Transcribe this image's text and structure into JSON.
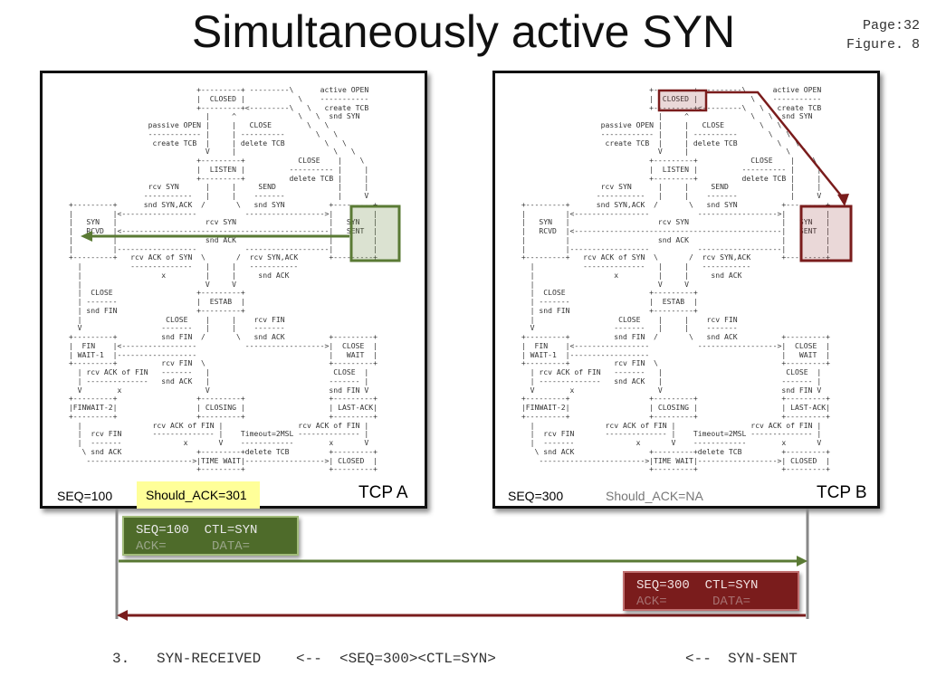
{
  "title": "Simultaneously active SYN",
  "page_info": {
    "page": "Page:32",
    "figure": "Figure. 8"
  },
  "fsm_text": "                              +---------+ ---------\\      active OPEN\n                              |  CLOSED |            \\    -----------\n                              +---------+<---------\\   \\   create TCB\n                                |     ^              \\   \\  snd SYN\n                   passive OPEN |     |   CLOSE        \\   \\\n                   ------------ |     | ----------       \\   \\\n                    create TCB  |     | delete TCB         \\   \\\n                                V     |                      \\   \\\n                              +---------+            CLOSE    |    \\\n                              |  LISTEN |          ---------- |     |\n                              +---------+          delete TCB |     |\n                   rcv SYN      |     |     SEND              |     |\n                  -----------   |     |    -------            |     V\n +---------+      snd SYN,ACK  /       \\   snd SYN          +---------+\n |         |<-----------------           ------------------>|         |\n |   SYN   |                    rcv SYN                     |   SYN   |\n |   RCVD  |<-----------------------------------------------|   SENT  |\n |         |                    snd ACK                     |         |\n |         |------------------           -------------------|         |\n +---------+   rcv ACK of SYN  \\       /  rcv SYN,ACK       +---------+\n   |           --------------   |     |   -----------\n   |                  x         |     |     snd ACK\n   |                            V     V\n   |  CLOSE                   +---------+\n   | -------                  |  ESTAB  |\n   | snd FIN                  +---------+\n   |                   CLOSE    |     |    rcv FIN\n   V                  -------   |     |    -------\n +---------+          snd FIN  /       \\   snd ACK          +---------+\n |  FIN    |<-----------------           ------------------>|  CLOSE  |\n | WAIT-1  |------------------                              |   WAIT  |\n +---------+          rcv FIN  \\                            +---------+\n   | rcv ACK of FIN   -------   |                            CLOSE  |\n   | --------------   snd ACK   |                           ------- |\n   V        x                   V                           snd FIN V\n +---------+                  +---------+                   +---------+\n |FINWAIT-2|                  | CLOSING |                   | LAST-ACK|\n +---------+                  +---------+                   +---------+\n   |                rcv ACK of FIN |                 rcv ACK of FIN |\n   |  rcv FIN       -------------- |    Timeout=2MSL -------------- |\n   |  -------              x       V    ------------        x       V\n    \\ snd ACK                 +---------+delete TCB         +---------+\n     ------------------------>|TIME WAIT|------------------>| CLOSED  |\n                              +---------+                   +---------+",
  "panel_a": {
    "seq": "SEQ=100",
    "should_ack": "Should_ACK=301",
    "name": "TCP A"
  },
  "panel_b": {
    "seq": "SEQ=300",
    "should_ack": "Should_ACK=NA",
    "name": "TCP B"
  },
  "packet_a": {
    "seq": "SEQ=100",
    "ctl": "CTL=SYN",
    "ack": "ACK=",
    "data": "DATA="
  },
  "packet_b": {
    "seq": "SEQ=300",
    "ctl": "CTL=SYN",
    "ack": "ACK=",
    "data": "DATA="
  },
  "bottom": {
    "step": "3.",
    "left_state": "SYN-RECEIVED",
    "arrow_in": "<--",
    "segment": "<SEQ=300><CTL=SYN>",
    "right_arrow": "<--",
    "right_state": "SYN-SENT"
  },
  "colors": {
    "green": "#4e6b2a",
    "green_border": "#5a7a34",
    "red": "#7a1c1c",
    "highlight": "#ffff99"
  }
}
